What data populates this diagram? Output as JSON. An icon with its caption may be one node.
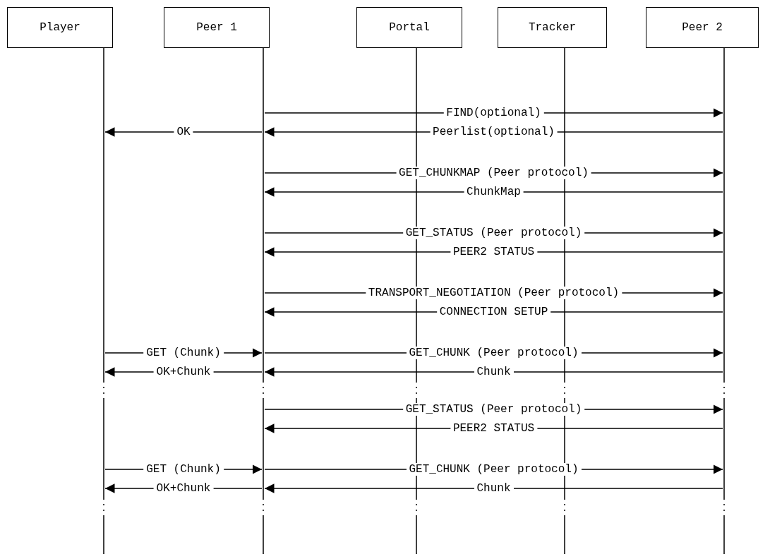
{
  "diagram": {
    "nodes": [
      {
        "text": [
          "Player"
        ]
      },
      {
        "text": [
          "Peer 1"
        ]
      },
      {
        "text": [
          "Portal"
        ]
      },
      {
        "text": [
          "Tracker"
        ]
      },
      {
        "text": [
          "Peer 2"
        ]
      }
    ],
    "edges": [
      {
        "from": 1,
        "to": 4,
        "arrow": "to",
        "label": "FIND(optional)"
      },
      {
        "from": 1,
        "to": 0,
        "arrow": "to",
        "label": "OK"
      },
      {
        "from": 4,
        "to": 1,
        "arrow": "to",
        "label": "Peerlist(optional)"
      },
      {
        "from": 1,
        "to": 4,
        "arrow": "to",
        "label": "GET_CHUNKMAP (Peer protocol)"
      },
      {
        "from": 4,
        "to": 1,
        "arrow": "to",
        "label": "ChunkMap"
      },
      {
        "from": 1,
        "to": 4,
        "arrow": "to",
        "label": "GET_STATUS (Peer protocol)"
      },
      {
        "from": 4,
        "to": 1,
        "arrow": "to",
        "label": "PEER2 STATUS"
      },
      {
        "from": 1,
        "to": 4,
        "arrow": "to",
        "label": "TRANSPORT_NEGOTIATION (Peer protocol)"
      },
      {
        "from": 4,
        "to": 1,
        "arrow": "to",
        "label": "CONNECTION SETUP"
      },
      {
        "from": 0,
        "to": 1,
        "arrow": "to",
        "label": "GET (Chunk)"
      },
      {
        "from": 1,
        "to": 4,
        "arrow": "to",
        "label": "GET_CHUNK (Peer protocol)"
      },
      {
        "from": 1,
        "to": 0,
        "arrow": "to",
        "label": "OK+Chunk"
      },
      {
        "from": 4,
        "to": 1,
        "arrow": "to",
        "label": "Chunk"
      },
      {
        "from": 1,
        "to": 4,
        "arrow": "to",
        "label": "GET_STATUS (Peer protocol)"
      },
      {
        "from": 4,
        "to": 1,
        "arrow": "to",
        "label": "PEER2 STATUS"
      },
      {
        "from": 0,
        "to": 1,
        "arrow": "to",
        "label": "GET (Chunk)"
      },
      {
        "from": 1,
        "to": 4,
        "arrow": "to",
        "label": "GET_CHUNK (Peer protocol)"
      },
      {
        "from": 1,
        "to": 0,
        "arrow": "to",
        "label": "OK+Chunk"
      },
      {
        "from": 4,
        "to": 1,
        "arrow": "to",
        "label": "Chunk"
      }
    ]
  }
}
